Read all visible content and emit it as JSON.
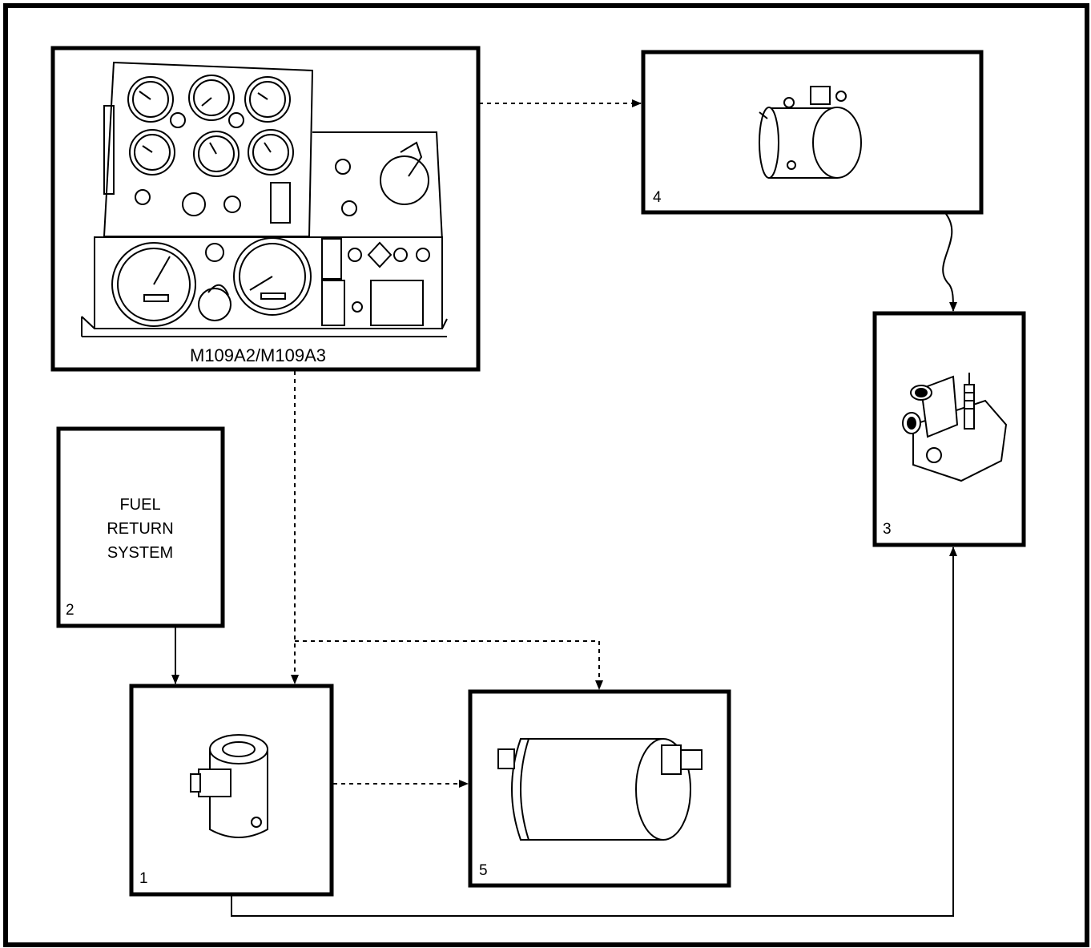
{
  "panel": {
    "caption": "M109A2/M109A3"
  },
  "boxes": {
    "b1": {
      "number": "1"
    },
    "b2": {
      "number": "2",
      "label_lines": [
        "FUEL",
        "RETURN",
        "SYSTEM"
      ]
    },
    "b3": {
      "number": "3"
    },
    "b4": {
      "number": "4"
    },
    "b5": {
      "number": "5"
    }
  }
}
